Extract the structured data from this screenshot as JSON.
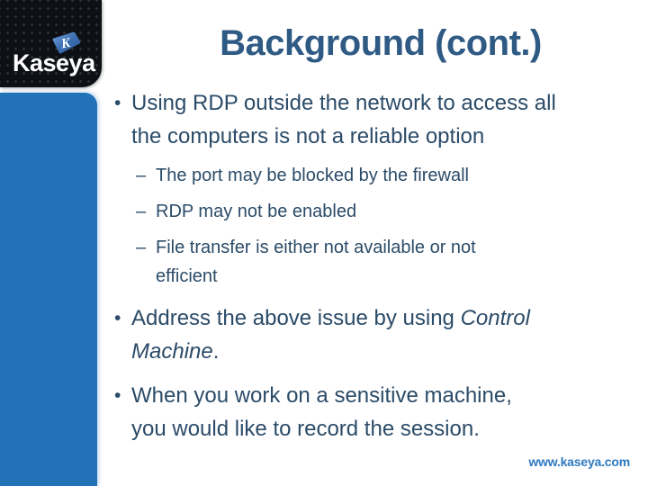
{
  "slide": {
    "title": "Background (cont.)",
    "footer_url": "www.kaseya.com"
  },
  "logo": {
    "brand": "Kaseya",
    "icon_letter": "K"
  },
  "bullets": {
    "b1": {
      "marker": "•",
      "line1": "Using RDP outside the network to access all",
      "line2": "the computers is not a reliable option"
    },
    "sub": [
      {
        "marker": "–",
        "line1": "The port may be blocked by the firewall",
        "line2": ""
      },
      {
        "marker": "–",
        "line1": "RDP may not be enabled",
        "line2": ""
      },
      {
        "marker": "–",
        "line1": "File transfer is either not available or not",
        "line2": "efficient"
      }
    ],
    "b2": {
      "marker": "•",
      "line1_regular": "Address the above issue by using ",
      "line1_italic": "Control",
      "line2_italic": "Machine",
      "line2_regular": "."
    },
    "b3": {
      "marker": "•",
      "line1": "When you work on a sensitive machine,",
      "line2": "you would like to record the session."
    }
  },
  "colors": {
    "title_text": "#2e5a84",
    "body_text": "#2b4b68",
    "accent_bar": "#2272b8",
    "footer_link": "#2d79c0",
    "logo_background": "#0d1115",
    "logo_diamond": "#3c6fb2"
  }
}
